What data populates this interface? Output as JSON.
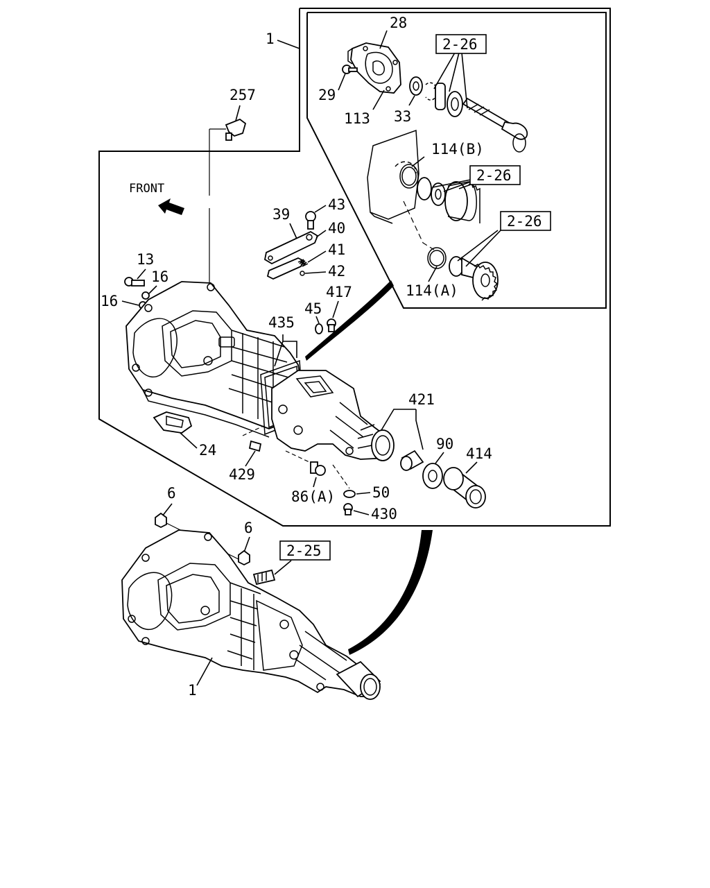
{
  "labels": {
    "l1_top": "1",
    "l28": "28",
    "l29": "29",
    "l113": "113",
    "l33": "33",
    "ref_226_a": "2-26",
    "l114b": "114(B)",
    "ref_226_b": "2-26",
    "ref_226_c": "2-26",
    "l114a": "114(A)",
    "l257": "257",
    "front": "FRONT",
    "l43": "43",
    "l39": "39",
    "l40": "40",
    "l41": "41",
    "l42": "42",
    "l13": "13",
    "l16a": "16",
    "l16b": "16",
    "l45": "45",
    "l417": "417",
    "l435": "435",
    "l421": "421",
    "l90": "90",
    "l414": "414",
    "l24": "24",
    "l429": "429",
    "l86a": "86(A)",
    "l50": "50",
    "l430": "430",
    "l6a": "6",
    "l6b": "6",
    "ref_225": "2-25",
    "l1_bottom": "1"
  }
}
